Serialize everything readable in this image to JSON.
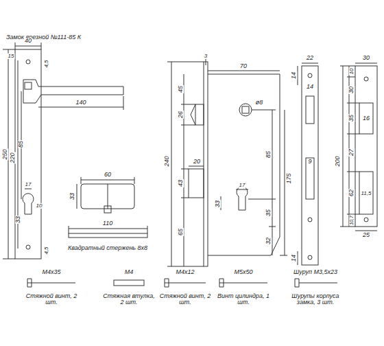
{
  "diagram": {
    "title": "Замок врезной №111-85 К",
    "labels": [
      "40",
      "15",
      "4,5",
      "250",
      "220",
      "140",
      "85",
      "17",
      "10",
      "33",
      "4,5",
      "60",
      "33",
      "110",
      "Квадратный стержень 8х8",
      "3",
      "70",
      "45",
      "26",
      "ø8",
      "240",
      "20",
      "43",
      "17",
      "33",
      "65",
      "175",
      "85",
      "35",
      "32",
      "22",
      "14",
      "14",
      "9",
      "14",
      "30",
      "10",
      "30",
      "35",
      "16",
      "200",
      "27",
      "62",
      "11,5",
      "10,7",
      "25",
      "М4х35",
      "Стяжной винт, 2 шт.",
      "М4",
      "Стяжная втулка, 2 шт.",
      "М4х12",
      "Стяжной винт, 2 шт.",
      "М5х50",
      "Винт цилиндра, 1 шт.",
      "Шуруп М3,5х23",
      "Шурупы корпуса замка, 3 шт."
    ]
  }
}
